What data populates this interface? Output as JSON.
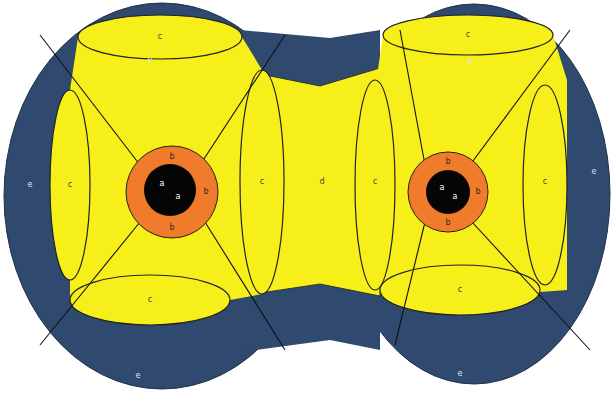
{
  "diagram": {
    "labels": [
      "e",
      "e",
      "e",
      "c",
      "c",
      "c",
      "c",
      "b",
      "b",
      "b",
      "a",
      "a",
      "d",
      "c",
      "c",
      "c",
      "c",
      "b",
      "b",
      "b",
      "a",
      "a",
      "e",
      "e",
      "e"
    ]
  }
}
